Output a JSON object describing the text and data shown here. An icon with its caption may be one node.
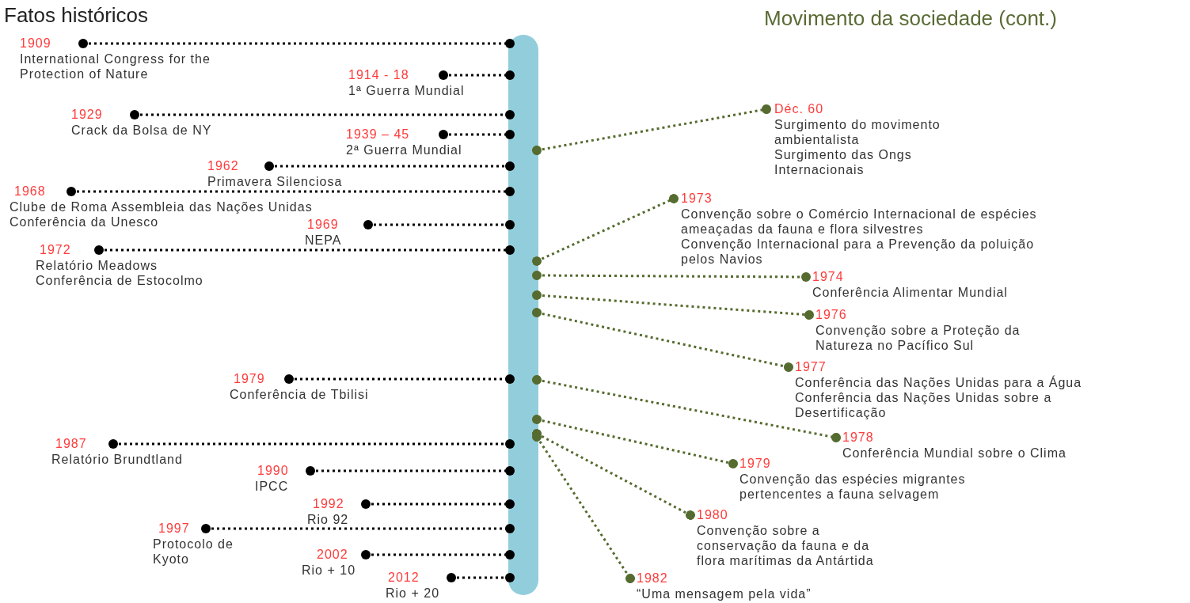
{
  "diagram": {
    "title": "Fatos históricos",
    "nodes": [
      {
        "text": [],
        "shape": "bar"
      },
      {
        "text": [
          "1909",
          "International Congress for the Protection of Nature"
        ]
      },
      {
        "text": [
          "1914 - 18",
          "1ª Guerra Mundial"
        ]
      },
      {
        "text": [
          "1929",
          "Crack da Bolsa de NY"
        ]
      },
      {
        "text": [
          "1939 – 45",
          "2ª Guerra Mundial"
        ]
      },
      {
        "text": [
          "1962",
          "Primavera Silenciosa"
        ]
      },
      {
        "text": [
          "1968",
          "Clube de Roma Assembleia das Nações Unidas",
          "Conferência da Unesco"
        ]
      },
      {
        "text": [
          "1969",
          "NEPA"
        ]
      },
      {
        "text": [
          "1972",
          "Relatório Meadows",
          "Conferência de Estocolmo"
        ]
      },
      {
        "text": [
          "1979",
          "Conferência de Tbilisi"
        ]
      },
      {
        "text": [
          "1987",
          "Relatório Brundtland"
        ]
      },
      {
        "text": [
          "1990",
          "IPCC"
        ]
      },
      {
        "text": [
          "1992",
          "Rio 92"
        ]
      },
      {
        "text": [
          "1997",
          "Protocolo de Kyoto"
        ]
      },
      {
        "text": [
          "2002",
          "Rio + 10"
        ]
      },
      {
        "text": [
          "2012",
          "Rio + 20"
        ]
      },
      {
        "text": [
          "Déc. 60",
          "Surgimento do movimento ambientalista",
          "Surgimento das Ongs Internacionais"
        ]
      },
      {
        "text": [
          "1973",
          "Convenção sobre o Comércio Internacional de espécies ameaçadas da fauna e flora silvestres",
          "Convenção Internacional para a Prevenção da poluição pelos Navios"
        ]
      },
      {
        "text": [
          "1974",
          "Conferência Alimentar Mundial"
        ]
      },
      {
        "text": [
          "1976",
          "Convenção sobre a Proteção da Natureza no Pacífico Sul"
        ]
      },
      {
        "text": [
          "1977",
          "Conferência das Nações Unidas para a Água",
          "Conferência das Nações Unidas sobre a Desertificação"
        ]
      },
      {
        "text": [
          "1978",
          "Conferência Mundial sobre o Clima"
        ]
      },
      {
        "text": [
          "1979",
          "Convenção das espécies migrantes pertencentes a fauna selvagem"
        ]
      },
      {
        "text": [
          "1980",
          "Convenção sobre a conservação da fauna e da flora marítimas da Antártida"
        ]
      },
      {
        "text": [
          "1982",
          "“Uma mensagem pela vida”"
        ]
      }
    ],
    "edges": [
      {
        "from": 1,
        "to": 0,
        "arrow": "other",
        "style": "dashed"
      },
      {
        "from": 2,
        "to": 0,
        "arrow": "other",
        "style": "dashed"
      },
      {
        "from": 3,
        "to": 0,
        "arrow": "other",
        "style": "dashed"
      },
      {
        "from": 4,
        "to": 0,
        "arrow": "other",
        "style": "dashed"
      },
      {
        "from": 5,
        "to": 0,
        "arrow": "other",
        "style": "dashed"
      },
      {
        "from": 6,
        "to": 0,
        "arrow": "other",
        "style": "dashed"
      },
      {
        "from": 7,
        "to": 0,
        "arrow": "other",
        "style": "dashed"
      },
      {
        "from": 8,
        "to": 0,
        "arrow": "other",
        "style": "dashed"
      },
      {
        "from": 9,
        "to": 0,
        "arrow": "other",
        "style": "dashed"
      },
      {
        "from": 10,
        "to": 0,
        "arrow": "other",
        "style": "dashed"
      },
      {
        "from": 11,
        "to": 0,
        "arrow": "other",
        "style": "dashed"
      },
      {
        "from": 12,
        "to": 0,
        "arrow": "other",
        "style": "dashed"
      },
      {
        "from": 13,
        "to": 0,
        "arrow": "other",
        "style": "dashed"
      },
      {
        "from": 14,
        "to": 0,
        "arrow": "other",
        "style": "dashed"
      },
      {
        "from": 15,
        "to": 0,
        "arrow": "other",
        "style": "dashed"
      },
      {
        "from": 0,
        "to": 16,
        "arrow": "other",
        "style": "dashed",
        "color": "#556b2f"
      },
      {
        "from": 0,
        "to": 17,
        "arrow": "other",
        "style": "dashed",
        "color": "#556b2f"
      },
      {
        "from": 0,
        "to": 18,
        "arrow": "other",
        "style": "dashed",
        "color": "#556b2f"
      },
      {
        "from": 0,
        "to": 19,
        "arrow": "other",
        "style": "dashed",
        "color": "#556b2f"
      },
      {
        "from": 0,
        "to": 20,
        "arrow": "other",
        "style": "dashed",
        "color": "#556b2f"
      },
      {
        "from": 0,
        "to": 21,
        "arrow": "other",
        "style": "dashed",
        "color": "#556b2f"
      },
      {
        "from": 0,
        "to": 22,
        "arrow": "other",
        "style": "dashed",
        "color": "#556b2f"
      },
      {
        "from": 0,
        "to": 23,
        "arrow": "other",
        "style": "dashed",
        "color": "#556b2f"
      },
      {
        "from": 0,
        "to": 24,
        "arrow": "other",
        "style": "dashed",
        "color": "#556b2f"
      }
    ],
    "labels": [
      "Movimento da sociedade (cont.)"
    ]
  }
}
